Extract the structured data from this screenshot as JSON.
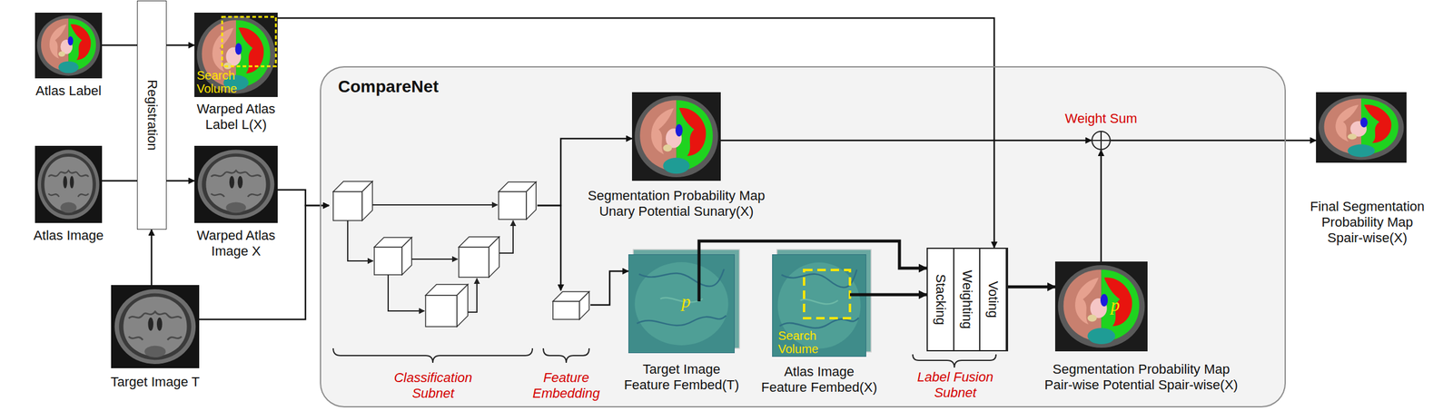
{
  "diagram": {
    "nodes": [
      {
        "text": [
          "Atlas Label"
        ]
      },
      {
        "text": [
          "Registration"
        ]
      },
      {
        "text": [
          "Search Volume",
          "Warped Atlas Label L(X)"
        ]
      },
      {
        "text": [
          "Atlas Image"
        ]
      },
      {
        "text": [
          "Warped Atlas Image X"
        ]
      },
      {
        "text": [
          "Target Image T"
        ]
      },
      {
        "text": [
          "CompareNet"
        ]
      },
      {
        "text": [
          "Classification Subnet"
        ],
        "in": 6
      },
      {
        "text": [
          "Feature Embedding"
        ],
        "in": 6
      },
      {
        "text": [
          "Segmentation Probability Map Unary Potential Sunary(X)"
        ],
        "in": 6
      },
      {
        "text": [
          "p",
          "Target Image Feature Fembed(T)"
        ],
        "in": 6
      },
      {
        "text": [
          "Search Volume",
          "Atlas Image Feature Fembed(X)"
        ],
        "in": 6
      },
      {
        "text": [
          "Stacking",
          "Weighting",
          "Voting",
          "Label Fusion Subnet"
        ],
        "in": 6
      },
      {
        "text": [
          "p",
          "Segmentation Probability Map Pair-wise Potential Spair-wise(X)"
        ],
        "in": 6
      },
      {
        "text": [
          "Weight Sum"
        ],
        "in": 6
      },
      {
        "text": [
          "Final Segmentation Probability Map Spair-wise(X)"
        ]
      }
    ],
    "edges": [
      {
        "from": 0,
        "to": 1,
        "arrow": "none"
      },
      {
        "from": 1,
        "to": 2,
        "arrow": "to"
      },
      {
        "from": 3,
        "to": 1,
        "arrow": "none"
      },
      {
        "from": 1,
        "to": 4,
        "arrow": "to"
      },
      {
        "from": 5,
        "to": 1,
        "arrow": "to"
      },
      {
        "from": 4,
        "to": 7,
        "arrow": "to"
      },
      {
        "from": 5,
        "to": 7,
        "arrow": "to"
      },
      {
        "from": 7,
        "to": 8,
        "arrow": "to"
      },
      {
        "from": 7,
        "to": 9,
        "arrow": "to"
      },
      {
        "from": 8,
        "to": 10,
        "arrow": "to"
      },
      {
        "from": 10,
        "to": 12,
        "arrow": "to"
      },
      {
        "from": 11,
        "to": 12,
        "arrow": "to"
      },
      {
        "from": 2,
        "to": 12,
        "arrow": "to"
      },
      {
        "from": 12,
        "to": 13,
        "arrow": "to"
      },
      {
        "from": 9,
        "to": 14,
        "arrow": "to"
      },
      {
        "from": 13,
        "to": 14,
        "arrow": "to"
      },
      {
        "from": 14,
        "to": 15,
        "arrow": "to"
      }
    ]
  }
}
